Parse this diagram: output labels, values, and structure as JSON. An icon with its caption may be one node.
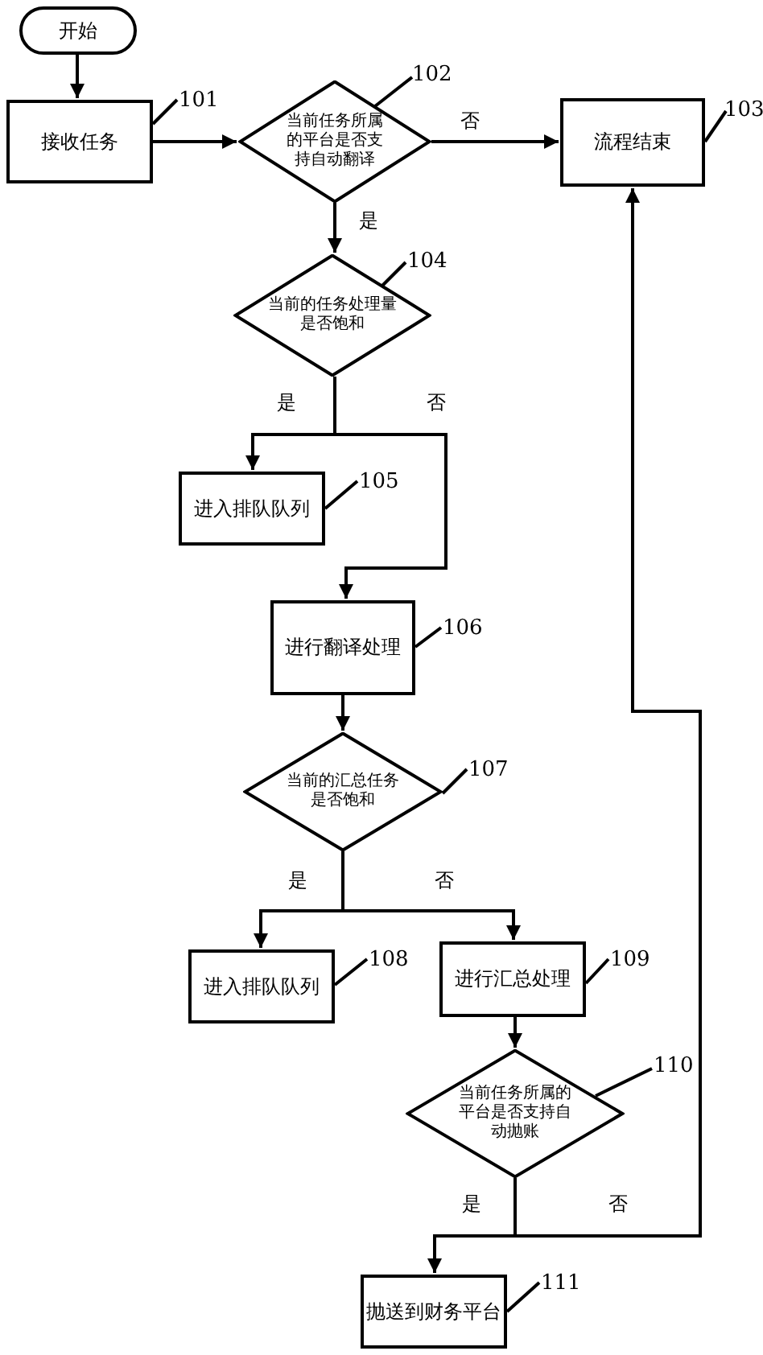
{
  "diagram": {
    "nodes": [
      {
        "text": [
          "开始"
        ]
      },
      {
        "text": [
          "接收任务"
        ]
      },
      {
        "text": [
          "当前任务所属的平台是否支持自动翻译"
        ]
      },
      {
        "text": [
          "流程结束"
        ]
      },
      {
        "text": [
          "当前的任务处理量是否饱和"
        ]
      },
      {
        "text": [
          "进入排队队列"
        ]
      },
      {
        "text": [
          "进行翻译处理"
        ]
      },
      {
        "text": [
          "当前的汇总任务是否饱和"
        ]
      },
      {
        "text": [
          "进入排队队列"
        ]
      },
      {
        "text": [
          "进行汇总处理"
        ]
      },
      {
        "text": [
          "当前任务所属的平台是否支持自动抛账"
        ]
      },
      {
        "text": [
          "抛送到财务平台"
        ]
      },
      {
        "text": [
          "101"
        ]
      },
      {
        "text": [
          "102"
        ]
      },
      {
        "text": [
          "103"
        ]
      },
      {
        "text": [
          "104"
        ]
      },
      {
        "text": [
          "105"
        ]
      },
      {
        "text": [
          "106"
        ]
      },
      {
        "text": [
          "107"
        ]
      },
      {
        "text": [
          "108"
        ]
      },
      {
        "text": [
          "109"
        ]
      },
      {
        "text": [
          "110"
        ]
      },
      {
        "text": [
          "111"
        ]
      }
    ],
    "edges": [
      {
        "from": 0,
        "to": 1,
        "arrow": "to"
      },
      {
        "from": 1,
        "to": 2,
        "arrow": "to"
      },
      {
        "from": 2,
        "to": 3,
        "arrow": "to",
        "label": "否"
      },
      {
        "from": 2,
        "to": 4,
        "arrow": "to",
        "label": "是"
      },
      {
        "from": 4,
        "to": 5,
        "arrow": "to",
        "label": "是"
      },
      {
        "from": 4,
        "to": 6,
        "arrow": "to",
        "label": "否"
      },
      {
        "from": 6,
        "to": 7,
        "arrow": "to"
      },
      {
        "from": 7,
        "to": 8,
        "arrow": "to",
        "label": "是"
      },
      {
        "from": 7,
        "to": 9,
        "arrow": "to",
        "label": "否"
      },
      {
        "from": 9,
        "to": 10,
        "arrow": "to"
      },
      {
        "from": 10,
        "to": 11,
        "arrow": "to",
        "label": "是"
      },
      {
        "from": 10,
        "to": 3,
        "arrow": "to",
        "label": "否"
      },
      {
        "from": 12,
        "to": 1,
        "arrow": "none"
      },
      {
        "from": 13,
        "to": 2,
        "arrow": "none"
      },
      {
        "from": 14,
        "to": 3,
        "arrow": "none"
      },
      {
        "from": 15,
        "to": 4,
        "arrow": "none"
      },
      {
        "from": 16,
        "to": 5,
        "arrow": "none"
      },
      {
        "from": 17,
        "to": 6,
        "arrow": "none"
      },
      {
        "from": 18,
        "to": 7,
        "arrow": "none"
      },
      {
        "from": 19,
        "to": 8,
        "arrow": "none"
      },
      {
        "from": 20,
        "to": 9,
        "arrow": "none"
      },
      {
        "from": 21,
        "to": 10,
        "arrow": "none"
      },
      {
        "from": 22,
        "to": 11,
        "arrow": "none"
      }
    ]
  }
}
